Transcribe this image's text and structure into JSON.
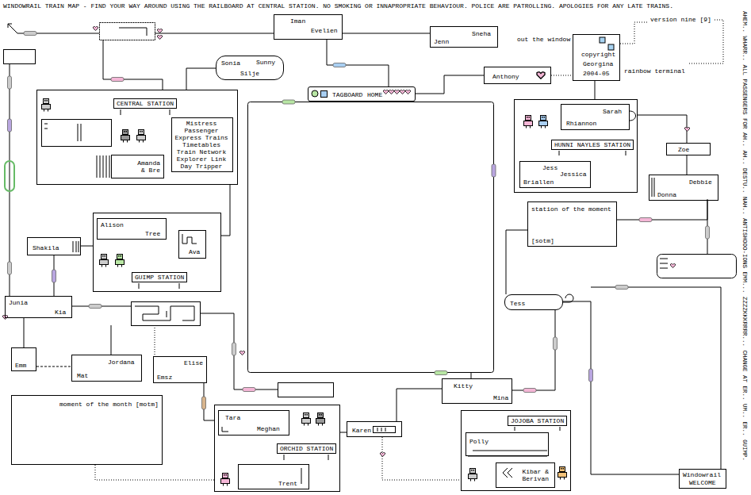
{
  "diagram": {
    "title": "WINDOWRAIL TRAIN MAP - FIND YOUR WAY AROUND USING THE RAILBOARD AT CENTRAL STATION. NO SMOKING OR INNAPROPRIATE BEHAVIOUR. POLICE ARE PATROLLING. APOLOGIES FOR ANY LATE TRAINS.",
    "nodes": [
      {
        "text": [
          "Iman",
          "Evelien"
        ]
      },
      {
        "text": [
          "Sneha",
          "Jenn"
        ]
      },
      {
        "text": [
          "Sonia",
          "Sunny",
          "Silje"
        ]
      },
      {
        "text": [
          "TAGBOARD",
          "HOME"
        ]
      },
      {
        "text": [
          "Anthony"
        ]
      },
      {
        "text": [
          "copyright",
          "Georgina",
          "2004-05"
        ]
      },
      {
        "text": [
          "CENTRAL STATION"
        ]
      },
      {
        "text": [
          "Mistress Passenger Express Trains Timetables Train Network Explorer Link Day Tripper"
        ],
        "in": 6
      },
      {
        "text": [
          "Amanda & Bre"
        ],
        "in": 6
      },
      {
        "text": [
          "GUIMP STATION"
        ]
      },
      {
        "text": [
          "Alison",
          "Tree"
        ],
        "in": 9
      },
      {
        "text": [
          "Ava"
        ],
        "in": 9
      },
      {
        "text": [
          "Shakila"
        ]
      },
      {
        "text": [
          "Junia",
          "Kia"
        ]
      },
      {
        "text": [
          "Emm"
        ]
      },
      {
        "text": [
          "Jordana",
          "Mat"
        ]
      },
      {
        "text": [
          "Elise",
          "Emsz"
        ]
      },
      {
        "text": [
          "moment of the month [motm]"
        ]
      },
      {
        "text": [
          "ORCHID STATION"
        ]
      },
      {
        "text": [
          "Tara",
          "Meghan"
        ],
        "in": 18
      },
      {
        "text": [
          "Trent"
        ],
        "in": 18
      },
      {
        "text": [
          "Karen"
        ]
      },
      {
        "text": [
          "Kitty",
          "Mina"
        ]
      },
      {
        "text": [
          "JOJOBA STATION"
        ]
      },
      {
        "text": [
          "Polly"
        ],
        "in": 23
      },
      {
        "text": [
          "Kibar & Berivan"
        ],
        "in": 23
      },
      {
        "text": [
          "HUNNI NAYLES STATION"
        ]
      },
      {
        "text": [
          "Sarah",
          "Rhiannon"
        ],
        "in": 26
      },
      {
        "text": [
          "Jess",
          "Jessica",
          "Briallen"
        ],
        "in": 26
      },
      {
        "text": [
          "Zoe"
        ]
      },
      {
        "text": [
          "Debbie",
          "Donna"
        ]
      },
      {
        "text": [
          "station of the moment",
          "[sotm]"
        ]
      },
      {
        "text": [
          "Tess"
        ]
      },
      {
        "text": [
          "Windowrail",
          "WELCOME"
        ]
      }
    ],
    "edges": [
      {
        "from": 0,
        "to": 1,
        "arrow": "none"
      },
      {
        "from": 0,
        "to": 3,
        "arrow": "none"
      },
      {
        "from": 3,
        "to": 4,
        "arrow": "none"
      },
      {
        "from": 4,
        "to": 5,
        "arrow": "none"
      },
      {
        "from": 6,
        "to": 2,
        "arrow": "none"
      },
      {
        "from": 6,
        "to": 9,
        "arrow": "none"
      },
      {
        "from": 12,
        "to": 9,
        "arrow": "none"
      },
      {
        "from": 12,
        "to": 13,
        "arrow": "none"
      },
      {
        "from": 13,
        "to": 14,
        "arrow": "none"
      },
      {
        "from": 14,
        "to": 15,
        "arrow": "none"
      },
      {
        "from": 16,
        "to": 18,
        "arrow": "none"
      },
      {
        "from": 17,
        "to": 18,
        "arrow": "none"
      },
      {
        "from": 18,
        "to": 21,
        "arrow": "none"
      },
      {
        "from": 21,
        "to": 22,
        "arrow": "none"
      },
      {
        "from": 21,
        "to": 23,
        "arrow": "none"
      },
      {
        "from": 22,
        "to": 32,
        "arrow": "none"
      },
      {
        "from": 31,
        "to": 32,
        "arrow": "none"
      },
      {
        "from": 32,
        "to": 33,
        "arrow": "none"
      },
      {
        "from": 26,
        "to": 5,
        "arrow": "none"
      },
      {
        "from": 26,
        "to": 29,
        "arrow": "none"
      },
      {
        "from": 29,
        "to": 30,
        "arrow": "none"
      },
      {
        "from": 31,
        "to": 30,
        "arrow": "none"
      }
    ],
    "labels": [
      "AHEM.. WHARR.. ALL PASSENGERS FOR AH.. AH.. DESTU.. NAH.. ANTISHOOO-IONS EMM... ZZZZKKKRRRR... CHANGE AT ER.. UM.. ER.. GUIMP.",
      "out the window",
      "version nine [9]",
      "rainbow terminal"
    ]
  }
}
